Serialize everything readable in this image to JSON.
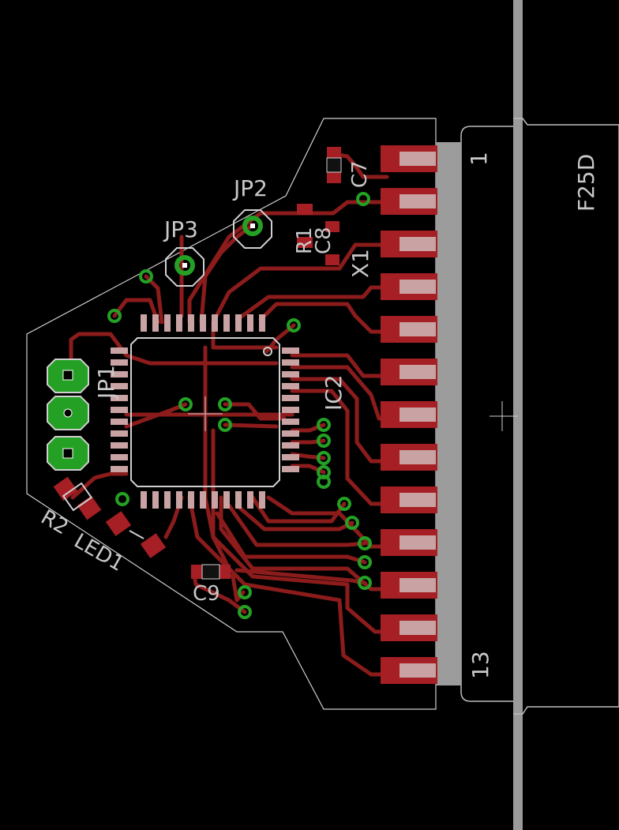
{
  "board": {
    "connector": {
      "name": "F25D",
      "first_pin": "1",
      "last_pin": "13"
    },
    "labels": {
      "ic": "IC2",
      "jp1": "JP1",
      "jp2": "JP2",
      "jp3": "JP3",
      "c7": "C7",
      "c8": "C8",
      "c9": "C9",
      "r1": "R1",
      "r2": "R2",
      "led1": "LED1",
      "x1": "X1"
    },
    "colors": {
      "background": "#000000",
      "copper": "#8c1c1c",
      "pad": "#a51f24",
      "pad_highlight": "#c9a3a3",
      "via": "#24a024",
      "silkscreen": "#c8c8c8",
      "outline": "#cfcfcf"
    }
  }
}
